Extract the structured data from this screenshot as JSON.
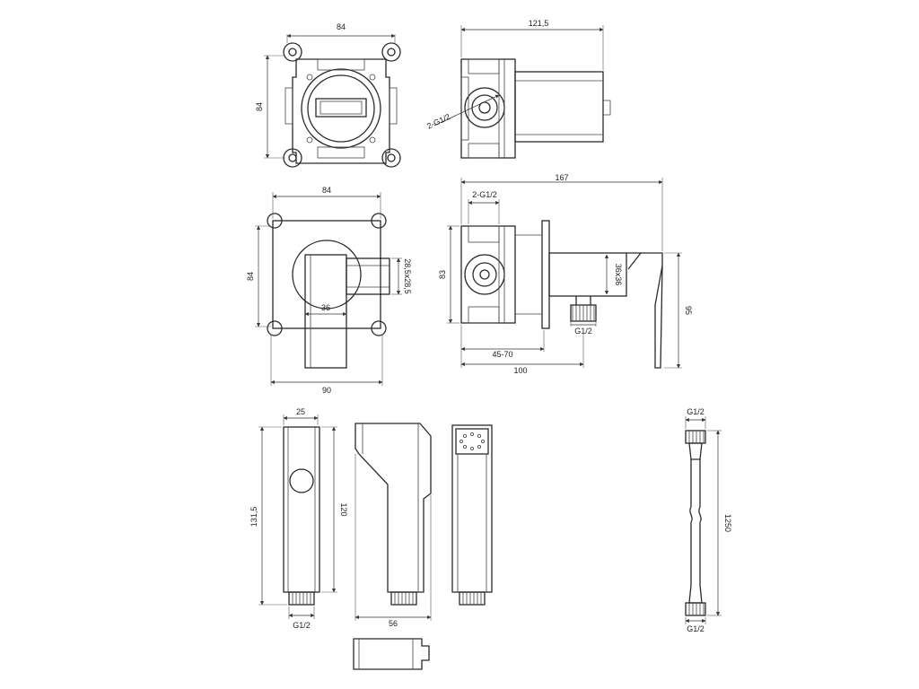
{
  "dimensions": {
    "top_box_width": "84",
    "top_box_height": "84",
    "top_side_length": "121,5",
    "top_side_thread": "2-G1/2",
    "mid_plate_width": "84",
    "mid_plate_height": "84",
    "mid_lever_width": "36",
    "mid_plate_outer": "90",
    "mid_lever_section": "28,5x28,5",
    "mid_side_total": "167",
    "mid_side_thread": "2-G1/2",
    "mid_side_height": "83",
    "mid_spout_section": "36x36",
    "mid_outlet_thread": "G1/2",
    "mid_depth_range": "45-70",
    "mid_depth": "100",
    "mid_lever_height": "95",
    "spray_width": "25",
    "spray_total_height": "131,5",
    "spray_body_height": "120",
    "spray_thread": "G1/2",
    "spray_side_depth": "56",
    "hose_thread_top": "G1/2",
    "hose_length": "1250",
    "hose_thread_bottom": "G1/2"
  }
}
